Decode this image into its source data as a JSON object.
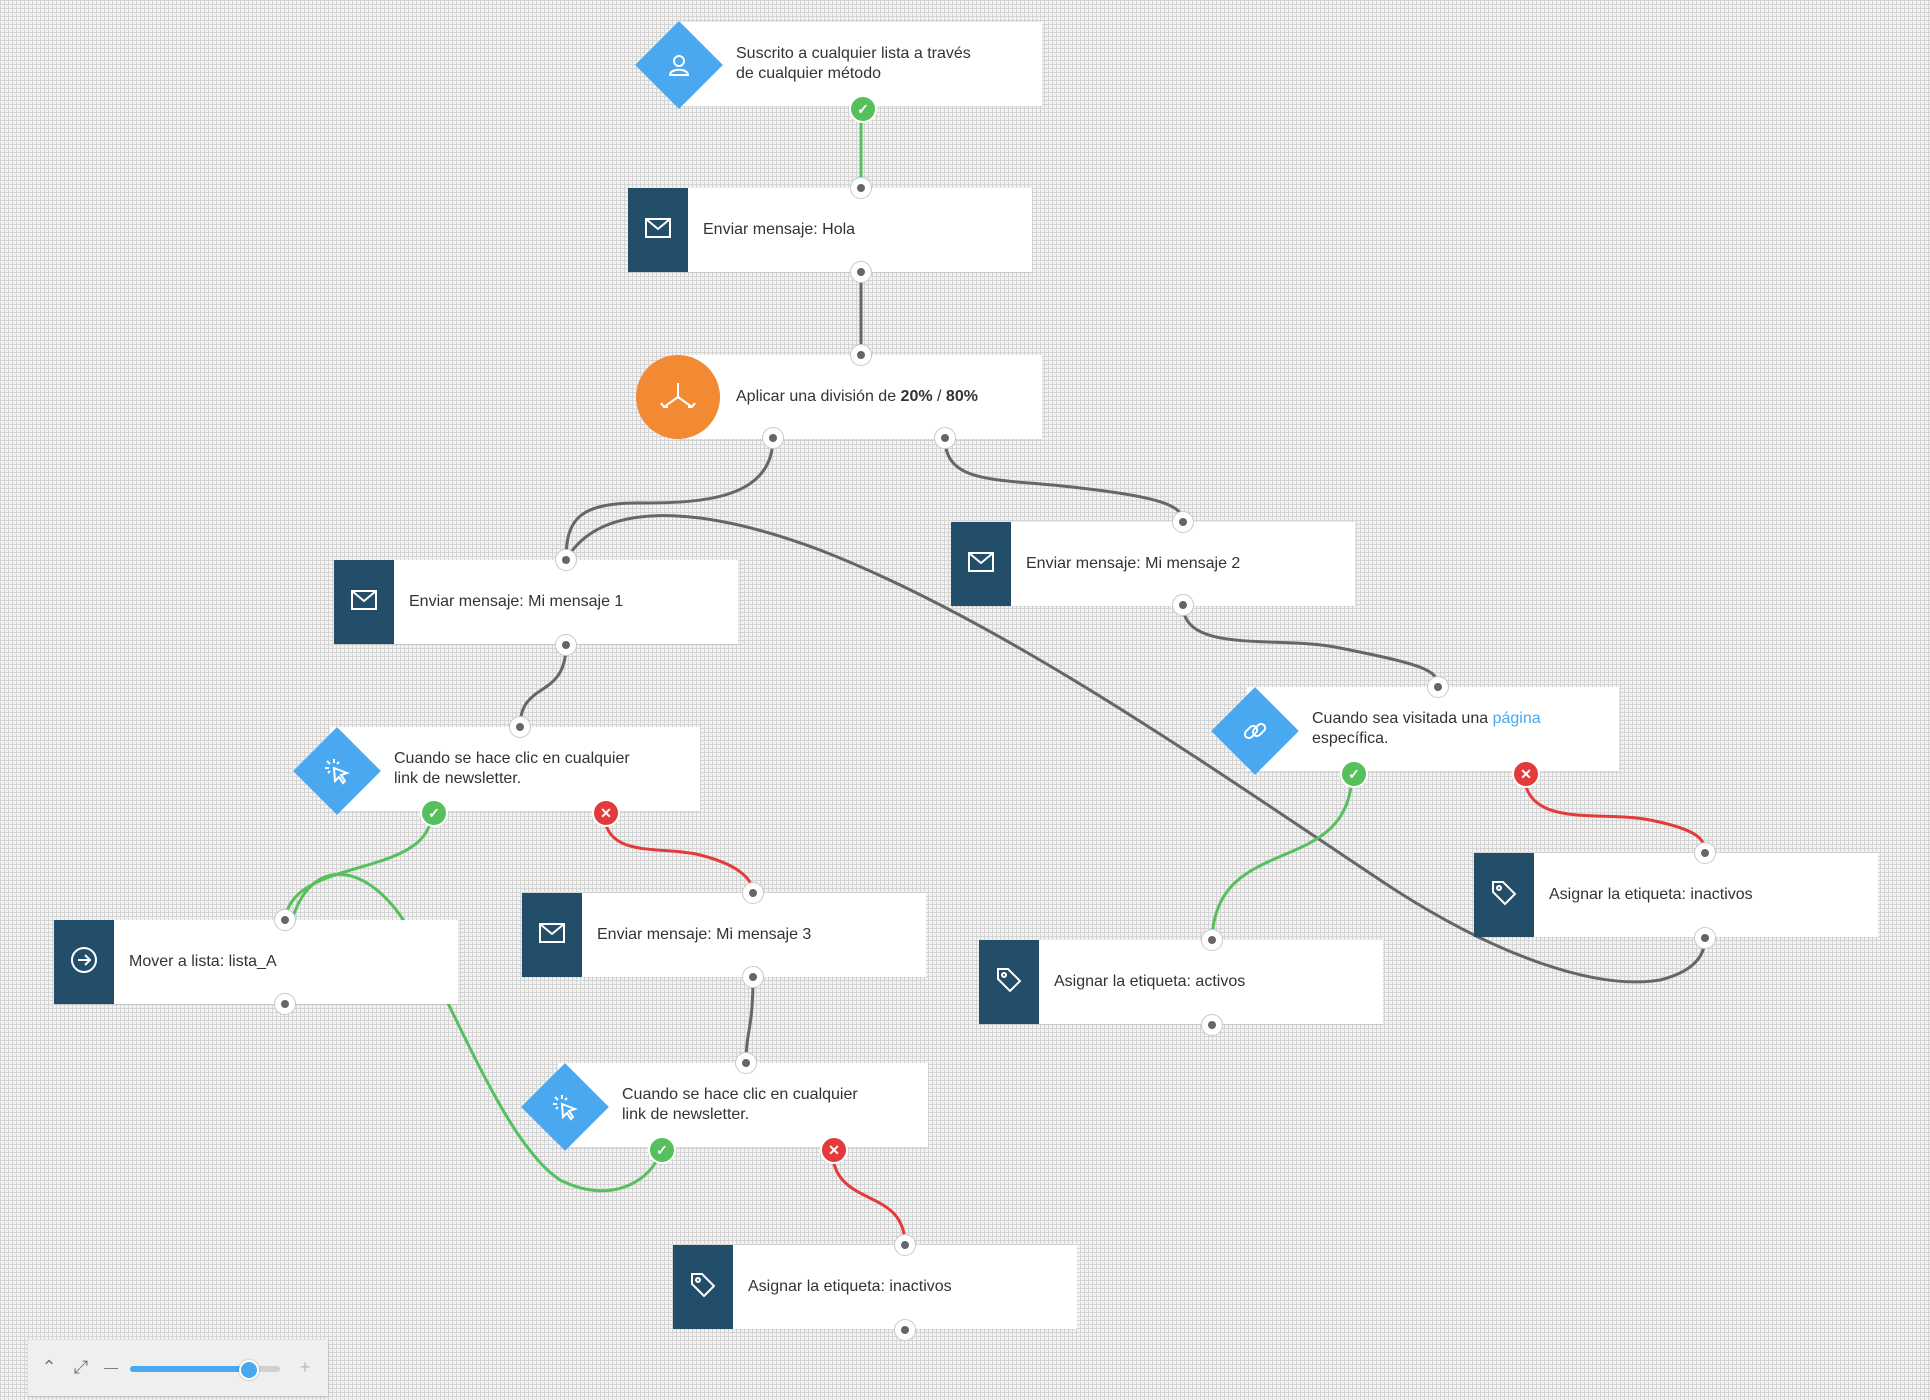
{
  "colors": {
    "tile": "#234e6a",
    "diamond": "#4aa8f0",
    "split": "#f28a34",
    "ok": "#55c05c",
    "no": "#e33b3b",
    "wire": "#666666"
  },
  "nodes": {
    "trigger": {
      "line1": "Suscrito a cualquier lista a través",
      "line2": "de cualquier método",
      "icon": "user-icon"
    },
    "send_hola": {
      "label": "Enviar mensaje: Hola",
      "icon": "envelope-icon"
    },
    "split": {
      "prefix": "Aplicar una división de ",
      "a": "20%",
      "sep": " / ",
      "b": "80%",
      "icon": "split-icon"
    },
    "send_m1": {
      "label": "Enviar mensaje: Mi mensaje 1",
      "icon": "envelope-icon"
    },
    "send_m2": {
      "label": "Enviar mensaje: Mi mensaje 2",
      "icon": "envelope-icon"
    },
    "click1": {
      "line1": "Cuando se hace clic en cualquier",
      "line2": "link de newsletter.",
      "icon": "cursor-click-icon"
    },
    "visit": {
      "line1_prefix": "Cuando sea visitada una ",
      "line1_link": "página",
      "line2": "específica.",
      "icon": "link-icon"
    },
    "move": {
      "label": "Mover a lista: lista_A",
      "icon": "arrow-right-circle-icon"
    },
    "send_m3": {
      "label": "Enviar mensaje: Mi mensaje 3",
      "icon": "envelope-icon"
    },
    "tag_inactivos_right": {
      "label": "Asignar la etiqueta: inactivos",
      "icon": "tag-icon"
    },
    "tag_activos": {
      "label": "Asignar la etiqueta: activos",
      "icon": "tag-icon"
    },
    "click2": {
      "line1": "Cuando se hace clic en cualquier",
      "line2": "link de newsletter.",
      "icon": "cursor-click-icon"
    },
    "tag_inactivos_bottom": {
      "label": "Asignar la etiqueta: inactivos",
      "icon": "tag-icon"
    }
  },
  "badges": {
    "ok": "✓",
    "no": "✕"
  },
  "zoom": {
    "collapse": "⌃",
    "fit": "⤢",
    "minus": "—",
    "plus": "+",
    "level": 0.78,
    "collapse_icon": "chevron-up-double-icon",
    "fit_icon": "fit-screen-icon"
  }
}
